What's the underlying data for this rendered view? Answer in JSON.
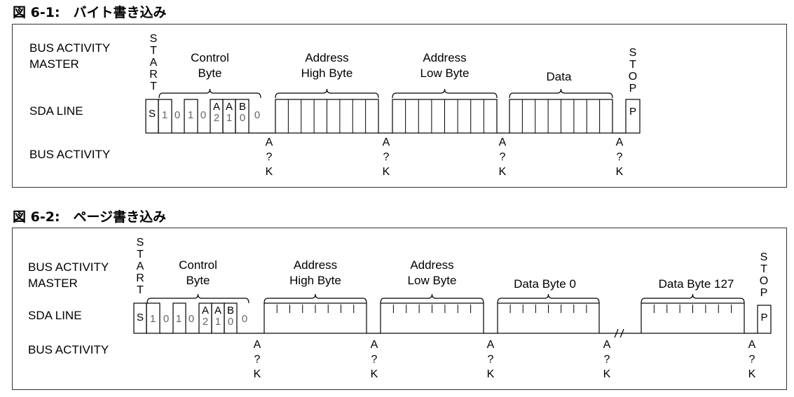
{
  "figure1": {
    "title": "図 6-1:　バイト書き込み",
    "row_labels": [
      "BUS ACTIVITY",
      "MASTER",
      "SDA LINE",
      "BUS ACTIVITY"
    ],
    "start_label": "START",
    "stop_label": "STOP",
    "groups": [
      {
        "lines": [
          "Control",
          "Byte"
        ]
      },
      {
        "lines": [
          "Address",
          "High Byte"
        ]
      },
      {
        "lines": [
          "Address",
          "Low Byte"
        ]
      },
      {
        "lines": [
          "Data"
        ]
      }
    ],
    "start_bit": "S",
    "stop_bit": "P",
    "control_bits": [
      "1",
      "0",
      "1",
      "0",
      "A",
      "2",
      "A",
      "1",
      "B",
      "0",
      "0"
    ],
    "ack_label": "A?K"
  },
  "figure2": {
    "title": "図 6-2:　ページ書き込み",
    "row_labels": [
      "BUS ACTIVITY",
      "MASTER",
      "SDA LINE",
      "BUS ACTIVITY"
    ],
    "start_label": "START",
    "stop_label": "STOP",
    "groups": [
      {
        "lines": [
          "Control",
          "Byte"
        ]
      },
      {
        "lines": [
          "Address",
          "High Byte"
        ]
      },
      {
        "lines": [
          "Address",
          "Low Byte"
        ]
      },
      {
        "lines": [
          "Data Byte 0"
        ]
      },
      {
        "lines": [
          "Data Byte 127"
        ]
      }
    ],
    "start_bit": "S",
    "stop_bit": "P",
    "control_bits": [
      "1",
      "0",
      "1",
      "0",
      "A",
      "2",
      "A",
      "1",
      "B",
      "0",
      "0"
    ],
    "ack_label": "A?K"
  }
}
